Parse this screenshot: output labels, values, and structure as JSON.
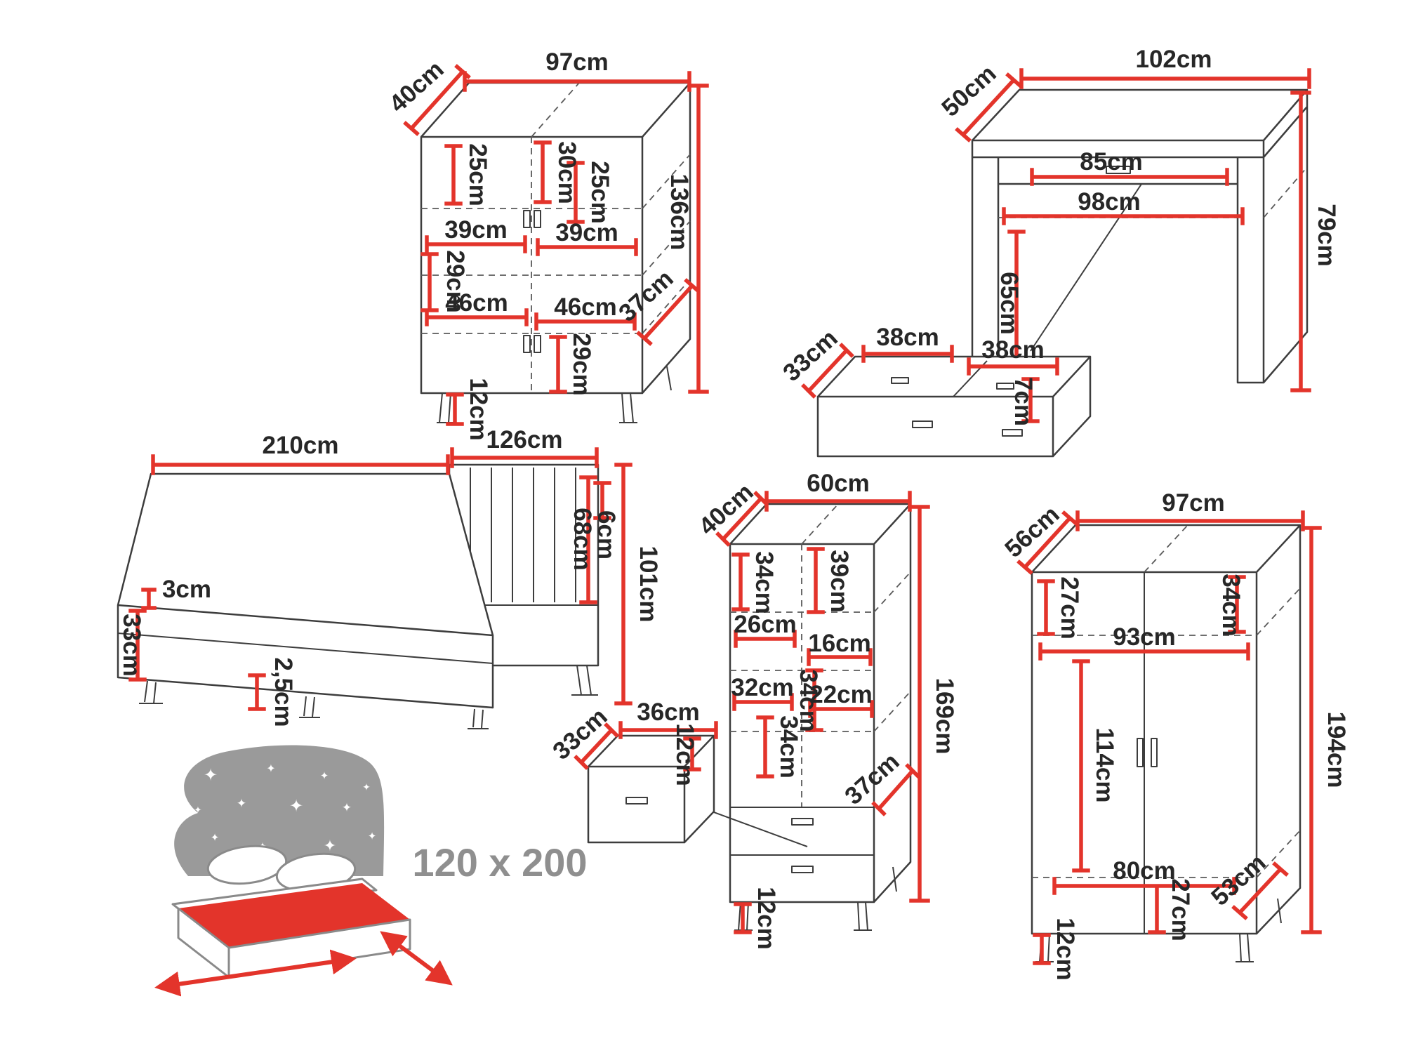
{
  "diagram": {
    "kind": "furniture-dimension-diagram",
    "units": "cm",
    "accent_color": "#e3342b",
    "line_color": "#3d3d3d",
    "gray_color": "#9a9a9a"
  },
  "cabinet": {
    "width": "97cm",
    "depth": "40cm",
    "height": "136cm",
    "top_left_section": "25cm",
    "top_mid_section": "30cm",
    "top_right_section": "25cm",
    "shelf_left_width": "39cm",
    "shelf_right_width": "39cm",
    "mid_section": "29cm",
    "door_left_width": "46cm",
    "door_right_width": "46cm",
    "inner_depth": "37cm",
    "bottom_section": "29cm",
    "leg_height": "12cm"
  },
  "desk": {
    "width": "102cm",
    "depth": "50cm",
    "height": "79cm",
    "drawer_width": "85cm",
    "inner_width": "98cm",
    "knee_clearance": "65cm",
    "drawer": {
      "depth": "33cm",
      "left_width": "38cm",
      "right_width": "38cm",
      "height": "7cm"
    }
  },
  "bed": {
    "length": "210cm",
    "headboard_width": "126cm",
    "headboard_height": "68cm",
    "headboard_thickness": "6cm",
    "total_height": "101cm",
    "mattress_edge": "3cm",
    "base_height": "33cm",
    "floor_clearance": "2,5cm"
  },
  "bookcase": {
    "width": "60cm",
    "depth": "40cm",
    "height": "169cm",
    "top_left_section": "34cm",
    "top_right_section": "39cm",
    "left_width": "26cm",
    "right_width": "16cm",
    "left_width_2": "32cm",
    "right_width_2": "22cm",
    "mid_section": "34cm",
    "mid_section_2": "34cm",
    "inner_depth": "37cm",
    "leg_height": "12cm",
    "drawer": {
      "width": "36cm",
      "depth": "33cm",
      "height": "12cm"
    }
  },
  "wardrobe": {
    "width": "97cm",
    "depth": "56cm",
    "height": "194cm",
    "top_section": "27cm",
    "top_right_section": "34cm",
    "inner_width": "93cm",
    "hanging_height": "114cm",
    "bottom_width": "80cm",
    "bottom_depth": "53cm",
    "bottom_section": "27cm",
    "leg_height": "12cm"
  },
  "icon": {
    "size_label": "120 x 200",
    "star": "✦"
  }
}
